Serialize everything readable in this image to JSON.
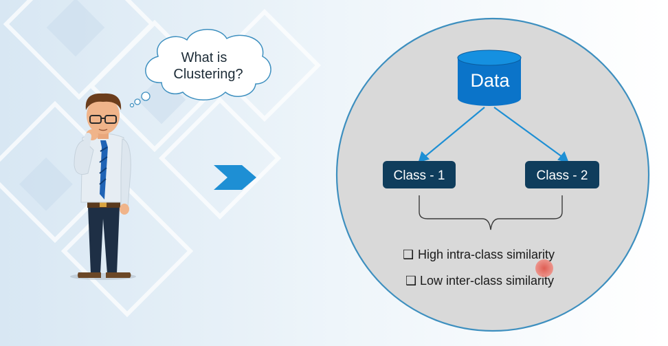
{
  "thought_bubble": {
    "line1": "What is",
    "line2": "Clustering?"
  },
  "diagram": {
    "root_label": "Data",
    "classes": [
      {
        "label": "Class - 1"
      },
      {
        "label": "Class - 2"
      }
    ],
    "properties": [
      {
        "bullet": "❑",
        "text": "High intra-class similarity"
      },
      {
        "bullet": "❑",
        "text": "Low inter-class similarity"
      }
    ]
  },
  "colors": {
    "database_fill": "#0b74c9",
    "class_box_fill": "#0f3d5c",
    "circle_fill": "#d9d9d9",
    "circle_stroke": "#3d8fbf",
    "arrow_fill": "#1e8fd4",
    "pointer_dot": "#e0483c"
  }
}
